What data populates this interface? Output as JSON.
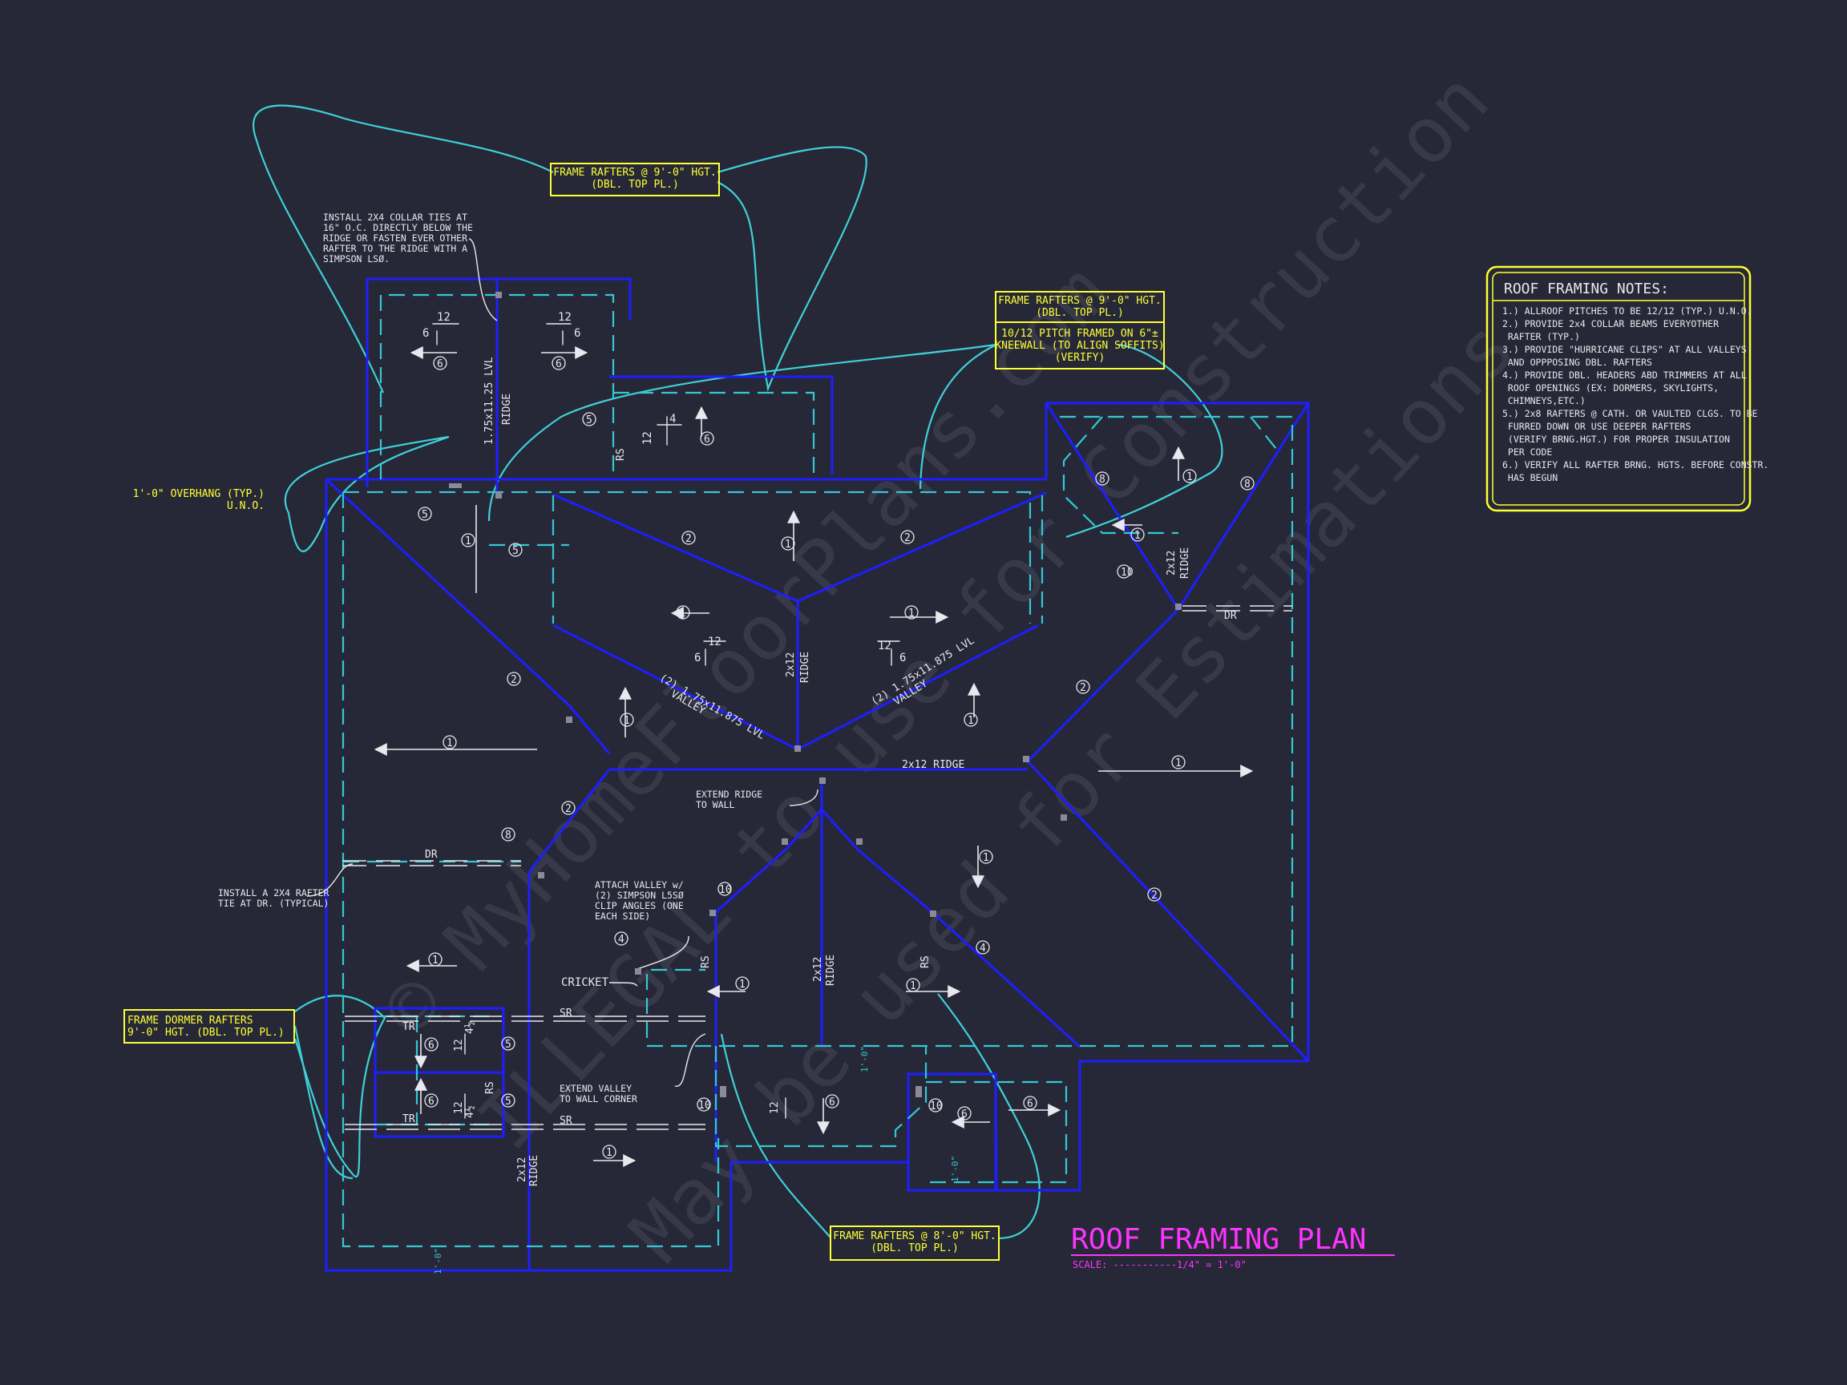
{
  "colors": {
    "background": "#262837",
    "outline": "#1e1eff",
    "dashed": "#35c8d2",
    "leader": "#3fd0d8",
    "label_yellow": "#ffff33",
    "text_white": "#e8e8ee",
    "title_magenta": "#ff33ff",
    "watermark": "#3a3c4c"
  },
  "callouts": {
    "frame_rafters_top": [
      "FRAME RAFTERS @ 9'-0\" HGT.",
      "(DBL. TOP PL.)"
    ],
    "frame_rafters_right": [
      "FRAME RAFTERS @ 9'-0\" HGT.",
      "(DBL. TOP PL.)"
    ],
    "kneewall": [
      "10/12 PITCH FRAMED ON 6\"±",
      "KNEEWALL (TO ALIGN SOFFITS)",
      "(VERIFY)"
    ],
    "overhang": [
      "1'-0\" OVERHANG (TYP.)",
      "U.N.O."
    ],
    "dormer": [
      "FRAME DORMER RAFTERS",
      "9'-0\" HGT. (DBL. TOP PL.)"
    ],
    "frame_rafters_bottom": [
      "FRAME RAFTERS @ 8'-0\" HGT.",
      "(DBL. TOP PL.)"
    ]
  },
  "notes_text": {
    "collar_ties": [
      "INSTALL 2X4 COLLAR TIES AT",
      "16\" O.C. DIRECTLY BELOW THE",
      "RIDGE OR FASTEN EVER OTHER",
      "RAFTER TO THE RIDGE WITH A",
      "SIMPSON LSØ."
    ],
    "rafter_tie": [
      "INSTALL A 2X4 RAFTER",
      "TIE AT DR. (TYPICAL)"
    ],
    "attach_valley": [
      "ATTACH VALLEY w/",
      "(2) SIMPSON L5SØ",
      "CLIP ANGLES (ONE",
      "EACH SIDE)"
    ],
    "extend_ridge": [
      "EXTEND RIDGE",
      "TO WALL"
    ],
    "extend_valley": [
      "EXTEND VALLEY",
      "TO WALL CORNER"
    ],
    "cricket": "CRICKET"
  },
  "labels": {
    "lvl_ridge": "1.75x11.25 LVL",
    "ridge": "RIDGE",
    "ridge_2x12": "2x12 RIDGE",
    "size_2x12": "2x12",
    "valley_lvl": "(2) 1.75x11.875 LVL",
    "valley": "VALLEY",
    "dr": "DR",
    "sr": "SR",
    "tr": "TR",
    "rs": "RS",
    "overhang_dim": "1'-0\""
  },
  "pitch": {
    "six": "6",
    "twelve": "12",
    "four": "4",
    "four_half": "4½"
  },
  "tags": [
    "1",
    "2",
    "4",
    "5",
    "6",
    "8",
    "10"
  ],
  "notes_box": {
    "title": "ROOF FRAMING NOTES:",
    "lines": [
      "1.) ALLROOF PITCHES TO BE  12/12 (TYP.) U.N.O.",
      "2.) PROVIDE 2x4 COLLAR BEAMS EVERYOTHER",
      "    RAFTER (TYP.)",
      "3.) PROVIDE \"HURRICANE CLIPS\" AT ALL VALLEYS",
      "    AND OPPPOSING DBL. RAFTERS",
      "4.) PROVIDE DBL. HEADERS ABD TRIMMERS AT ALL",
      "    ROOF OPENINGS (EX: DORMERS, SKYLIGHTS,",
      "    CHIMNEYS,ETC.)",
      "5.) 2x8 RAFTERS @ CATH. OR VAULTED CLGS. TO BE",
      "    FURRED DOWN OR USE DEEPER RAFTERS",
      "    (VERIFY BRNG.HGT.) FOR PROPER INSULATION",
      "    PER CODE",
      "6.) VERIFY ALL RAFTER BRNG. HGTS. BEFORE CONSTR.",
      "    HAS BEGUN"
    ]
  },
  "title_block": {
    "title": "ROOF FRAMING PLAN",
    "scale": "SCALE: -----------1/4\" = 1'-0\""
  },
  "watermark_lines": [
    "© MyHomeFloorPlans.com",
    "ILLEGAL to use for Construction",
    "May be used for Estimations"
  ]
}
